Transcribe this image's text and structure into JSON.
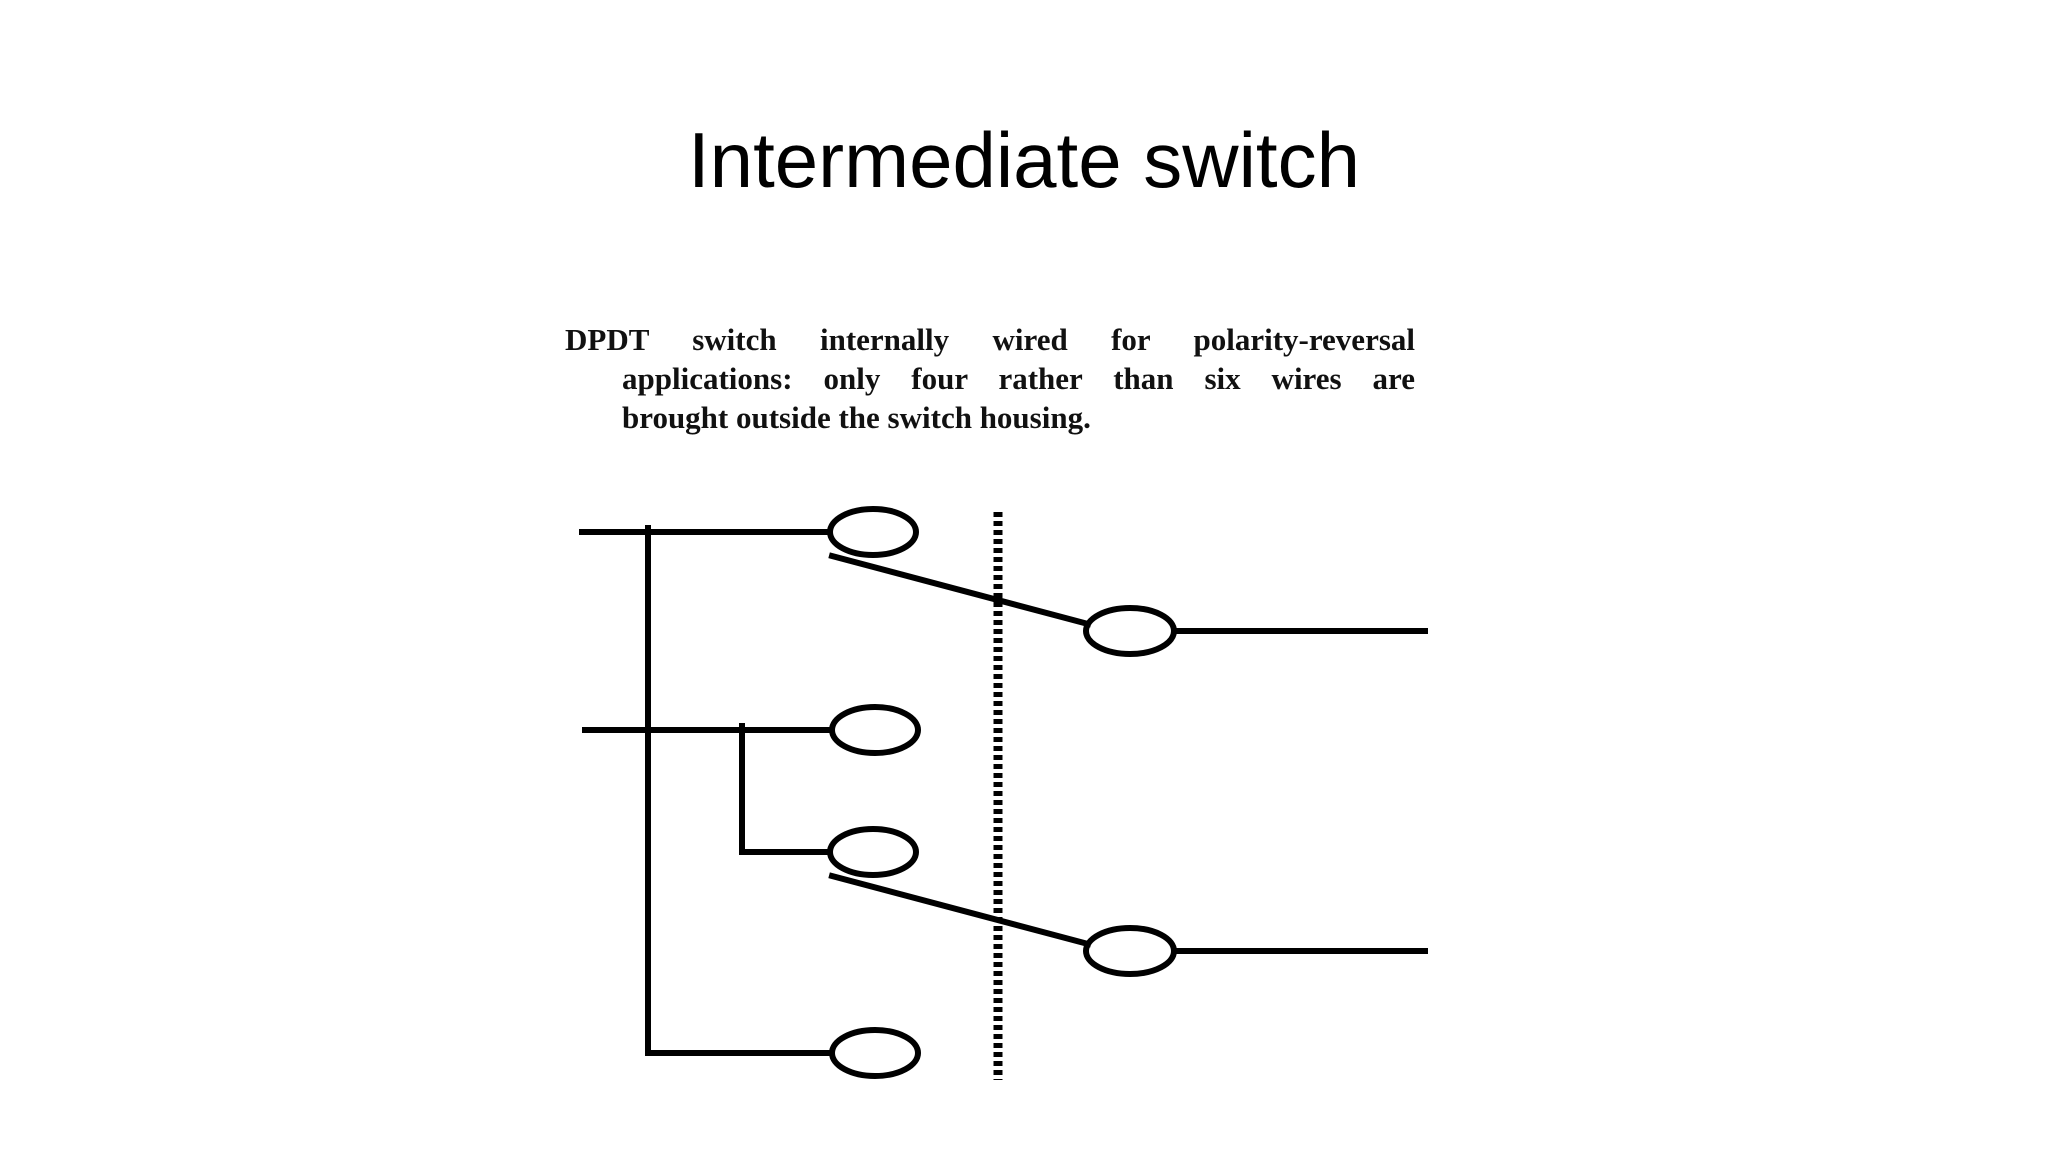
{
  "slide": {
    "title": "Intermediate switch"
  },
  "caption": {
    "line1": "DPDT switch internally wired for polarity-reversal",
    "line2": "applications: only four rather than six wires are",
    "line3": "brought outside the switch housing."
  },
  "diagram": {
    "stroke_color": "#000000",
    "background_color": "#ffffff"
  }
}
